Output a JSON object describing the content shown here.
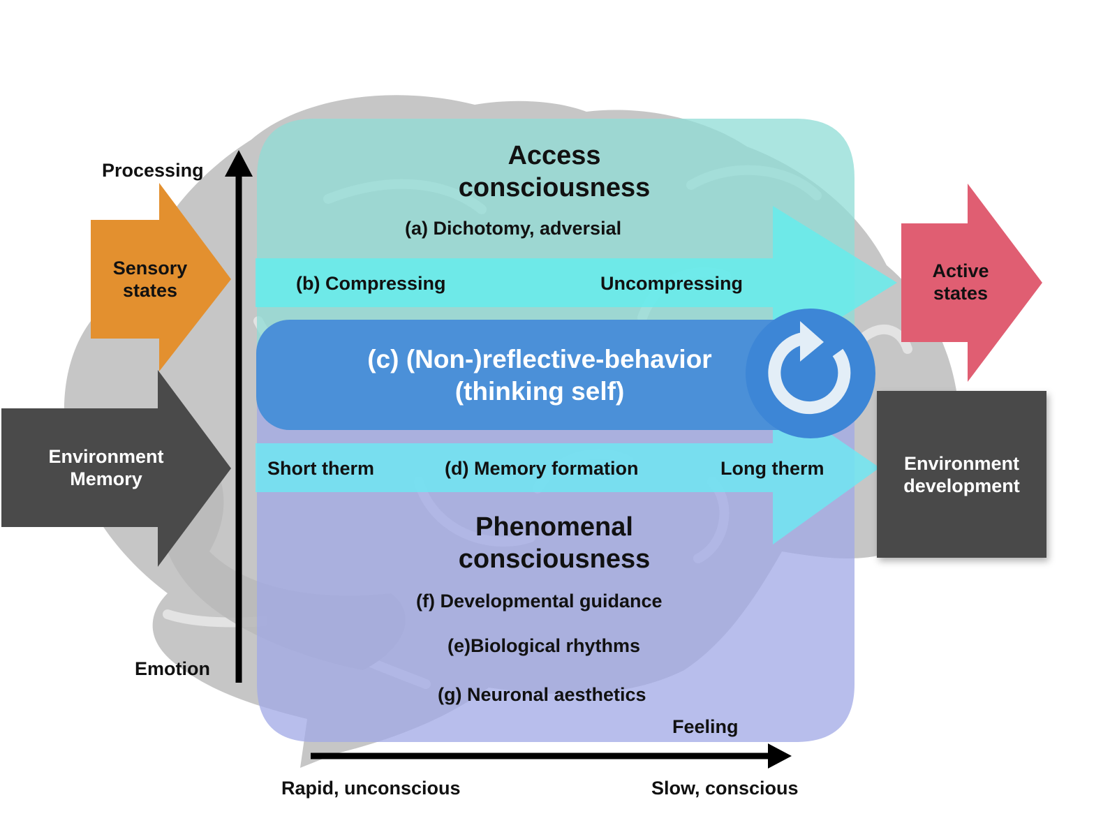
{
  "axes": {
    "vertical_top": "Processing",
    "vertical_bottom": "Emotion",
    "horizontal_left": "Rapid, unconscious",
    "horizontal_right": "Slow, conscious",
    "horizontal_end_label": "Feeling"
  },
  "inputs": {
    "sensory_line1": "Sensory",
    "sensory_line2": "states",
    "memory_line1": "Environment",
    "memory_line2": "Memory"
  },
  "outputs": {
    "active_line1": "Active",
    "active_line2": "states",
    "development_line1": "Environment",
    "development_line2": "development"
  },
  "access": {
    "title_line1": "Access",
    "title_line2": "consciousness",
    "item_a": "(a) Dichotomy, adversial"
  },
  "compress_band": {
    "left": "(b) Compressing",
    "right": "Uncompressing"
  },
  "reflective": {
    "line1": "(c) (Non-)reflective-behavior",
    "line2": "(thinking self)",
    "icon": "refresh-icon"
  },
  "memory_band": {
    "left": "Short therm",
    "center": "(d) Memory formation",
    "right": "Long therm"
  },
  "phenomenal": {
    "title_line1": "Phenomenal",
    "title_line2": "consciousness",
    "item_f": "(f) Developmental guidance",
    "item_e": "(e)Biological rhythms",
    "item_g": "(g) Neuronal aesthetics"
  },
  "colors": {
    "brain": "#c4c4c4",
    "sensory": "#e3902f",
    "memory_box": "#4a4a4a",
    "active": "#e05e72",
    "access_region": "#8fd8d4",
    "phenomenal_region": "#a7aee6",
    "bands": "#70ecec",
    "reflective": "#4a8fd6"
  }
}
